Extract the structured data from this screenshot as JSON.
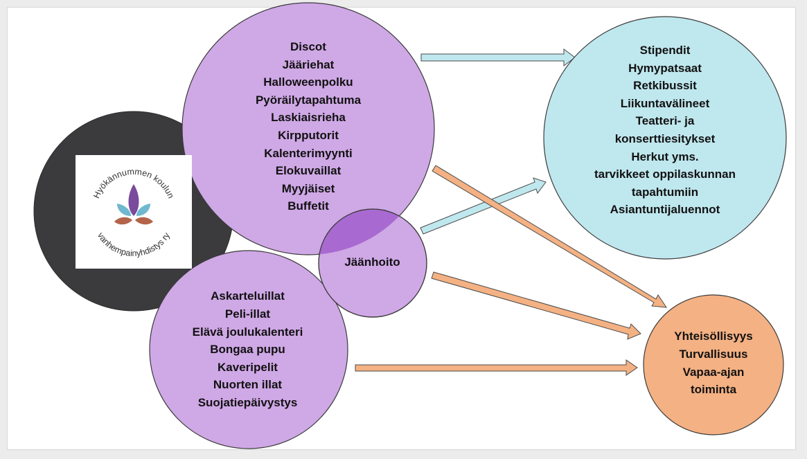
{
  "colors": {
    "purple": "#cfa8e6",
    "purple_overlap": "#a86ad0",
    "cyan": "#bfe7ee",
    "orange": "#f4b183",
    "dark": "#3b3b3d",
    "logo_purple": "#7a4a9c",
    "logo_blue": "#6fb8cf",
    "logo_brown": "#b3644a"
  },
  "logo": {
    "text_top": "Hyökännummen koulun",
    "text_bottom": "vanhempainyhdistys ry"
  },
  "events_bubble": {
    "items": [
      "Discot",
      "Jääriehat",
      "Halloweenpolku",
      "Pyöräilytapahtuma",
      "Laskiaisrieha",
      "Kirpputorit",
      "Kalenterimyynti",
      "Elokuvaillat",
      "Myyjäiset",
      "Buffetit"
    ]
  },
  "ice_bubble": {
    "label": "Jäänhoito"
  },
  "activities_bubble": {
    "items": [
      "Askarteluillat",
      "Peli-illat",
      "Elävä joulukalenteri",
      "Bongaa pupu",
      "Kaveripelit",
      "Nuorten illat",
      "Suojatiepäivystys"
    ]
  },
  "support_bubble": {
    "items": [
      "Stipendit",
      "Hymypatsaat",
      "Retkibussit",
      "Liikuntavälineet",
      "Teatteri- ja",
      "konserttiesitykset",
      "Herkut yms.",
      "tarvikkeet oppilaskunnan",
      "tapahtumiin",
      "Asiantuntijaluennot"
    ]
  },
  "outcome_bubble": {
    "items": [
      "Yhteisöllisyys",
      "Turvallisuus",
      "Vapaa-ajan",
      "toiminta"
    ]
  }
}
